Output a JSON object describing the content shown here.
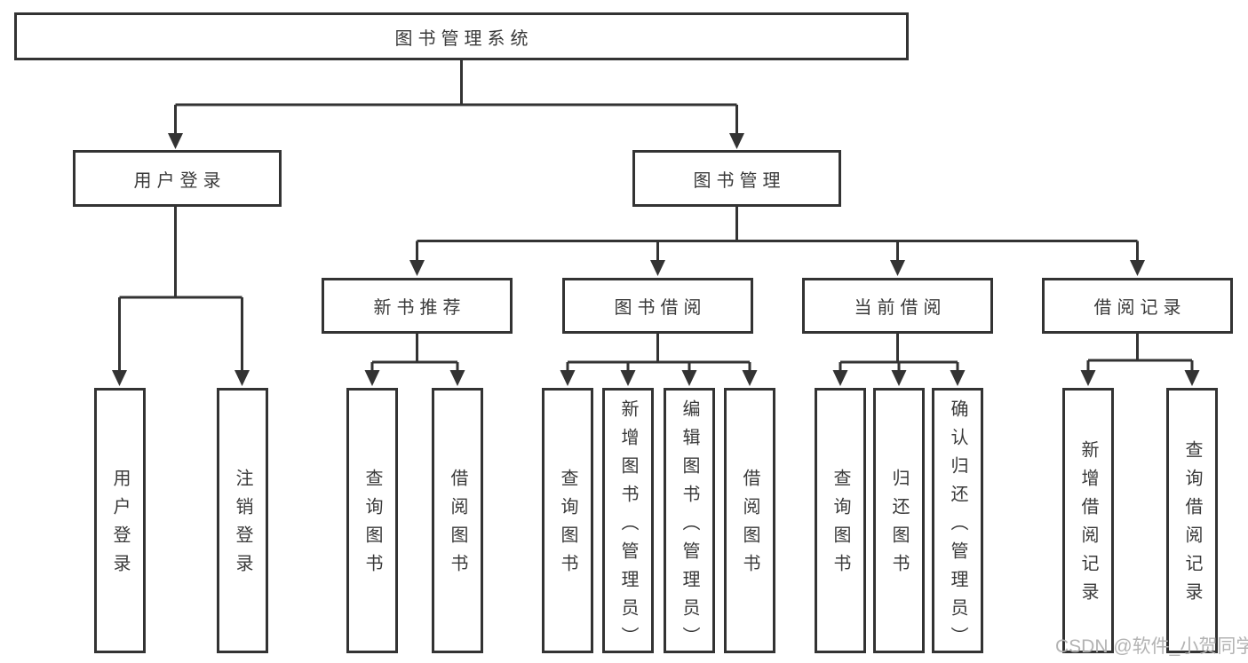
{
  "tree": {
    "root": {
      "label": "图书管理系统"
    },
    "children": [
      {
        "label": "用户登录",
        "children": [
          {
            "label": "用户登录"
          },
          {
            "label": "注销登录"
          }
        ]
      },
      {
        "label": "图书管理",
        "children": [
          {
            "label": "新书推荐",
            "children": [
              {
                "label": "查询图书"
              },
              {
                "label": "借阅图书"
              }
            ]
          },
          {
            "label": "图书借阅",
            "children": [
              {
                "label": "查询图书"
              },
              {
                "label": "新增图书（管理员）"
              },
              {
                "label": "编辑图书（管理员）"
              },
              {
                "label": "借阅图书"
              }
            ]
          },
          {
            "label": "当前借阅",
            "children": [
              {
                "label": "查询图书"
              },
              {
                "label": "归还图书"
              },
              {
                "label": "确认归还（管理员）"
              }
            ]
          },
          {
            "label": "借阅记录",
            "children": [
              {
                "label": "新增借阅记录"
              },
              {
                "label": "查询借阅记录"
              }
            ]
          }
        ]
      }
    ]
  },
  "watermark": {
    "text": "CSDN @软件_小贺同学"
  },
  "colors": {
    "line": "#333333",
    "text": "#3a3a3a",
    "watermark": "#b3b3b3",
    "bg": "#ffffff",
    "box-bg": "#ffffff"
  }
}
